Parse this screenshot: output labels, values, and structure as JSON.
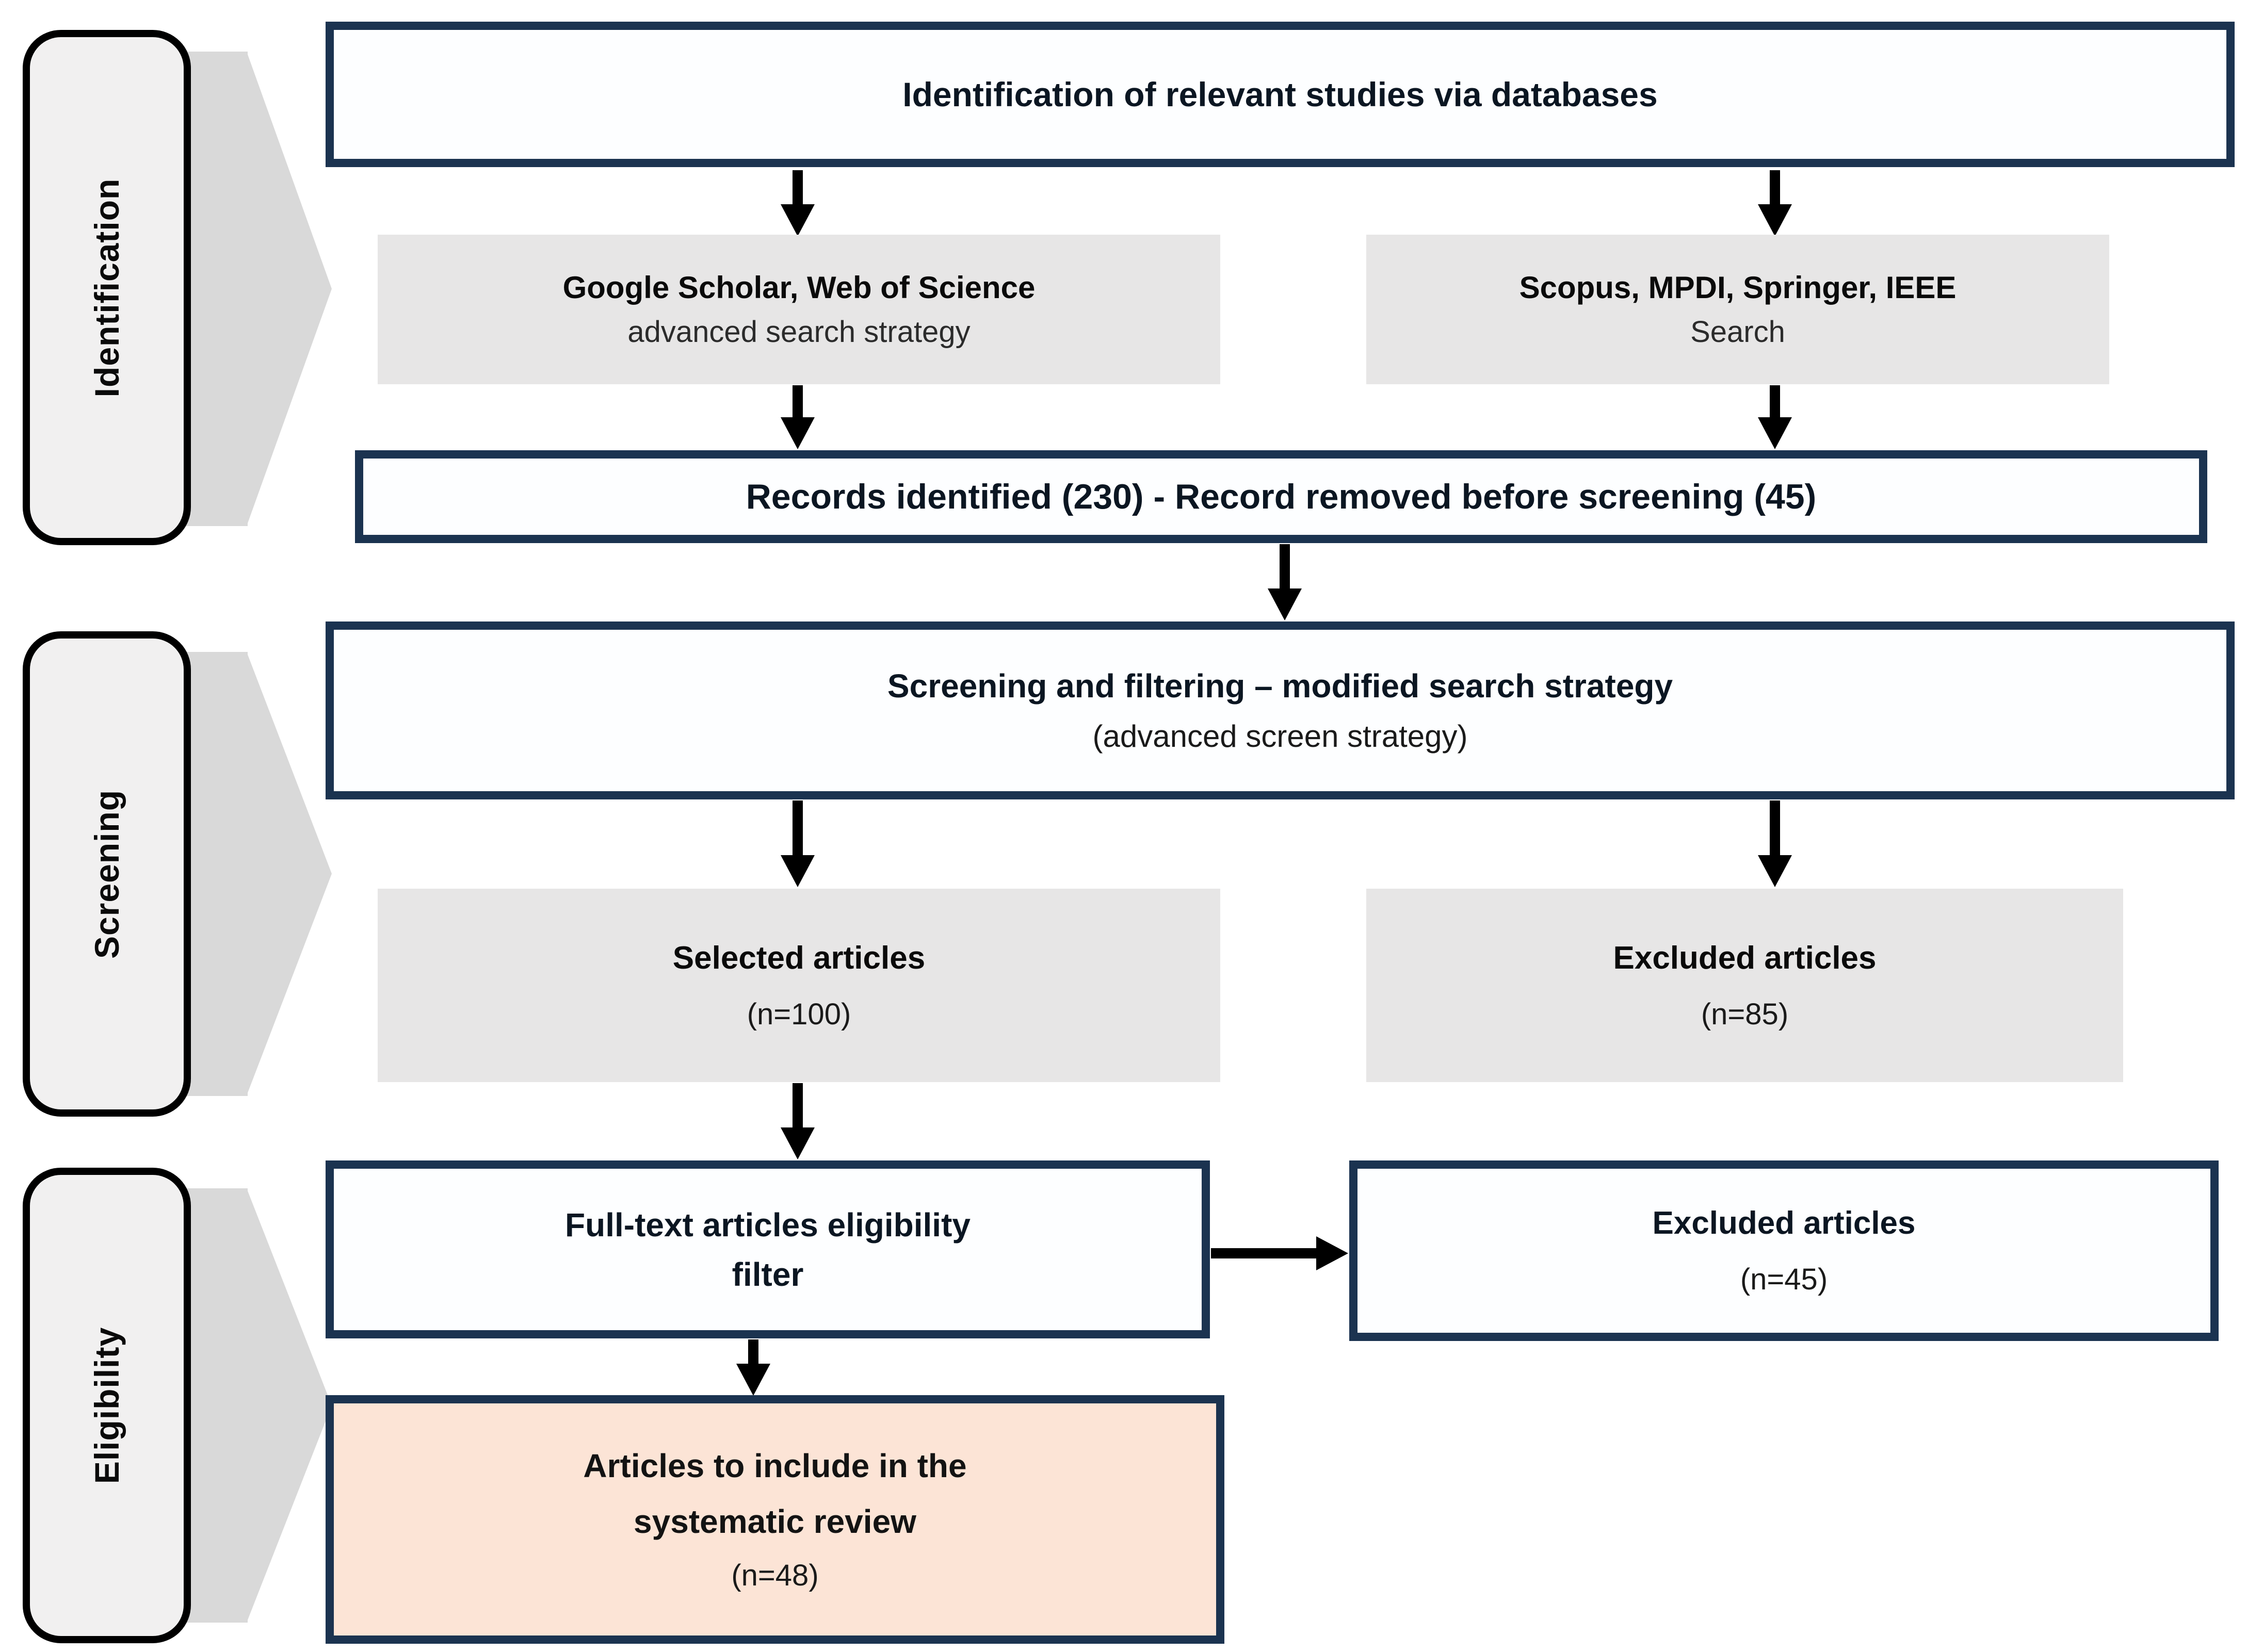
{
  "colors": {
    "navy_border": "#1b3350",
    "box_gray": "#e7e6e6",
    "label_gray": "#f1f0f0",
    "chevron_gray": "#d9d9d9",
    "peach": "#fce4d6",
    "arrow": "#000000"
  },
  "stages": [
    {
      "label": "Identification"
    },
    {
      "label": "Screening"
    },
    {
      "label": "Eligibility"
    }
  ],
  "boxes": {
    "title": {
      "line1": "Identification of relevant studies via databases"
    },
    "db_left": {
      "line1": "Google Scholar, Web of Science",
      "line2": "advanced search strategy"
    },
    "db_right": {
      "line1": "Scopus, MPDI, Springer, IEEE",
      "line2": "Search"
    },
    "records": {
      "line1": "Records identified (230) - Record removed before screening (45)"
    },
    "screening": {
      "line1": "Screening and filtering – modified search strategy",
      "line2": "(advanced screen strategy)"
    },
    "selected": {
      "line1": "Selected articles",
      "line2": "(n=100)"
    },
    "excluded_screening": {
      "line1": "Excluded articles",
      "line2": "(n=85)"
    },
    "fulltext": {
      "line1": "Full-text articles eligibility",
      "line2": "filter"
    },
    "excluded_eligibility": {
      "line1": "Excluded articles",
      "line2": "(n=45)"
    },
    "included": {
      "line1": "Articles to include in the",
      "line2": "systematic review",
      "line3": "(n=48)"
    }
  }
}
